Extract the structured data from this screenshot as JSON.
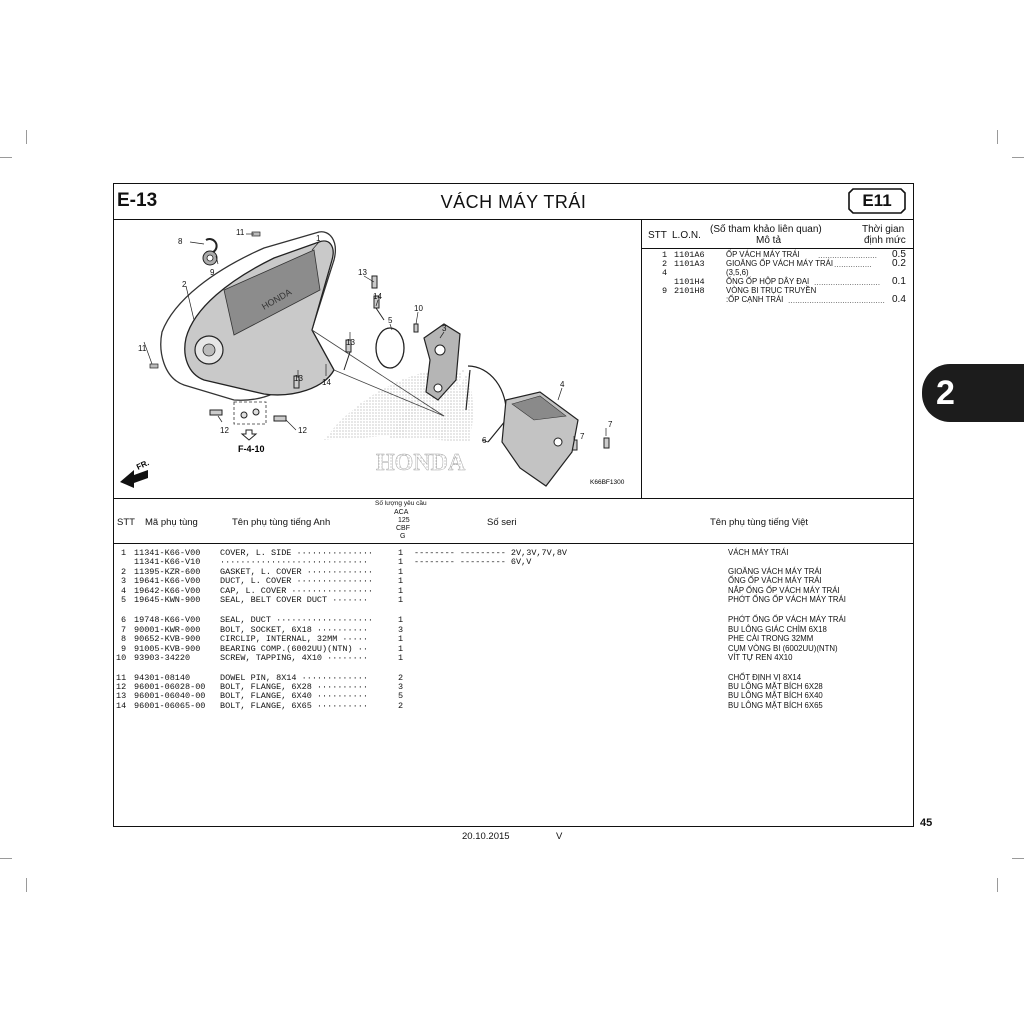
{
  "header": {
    "code": "E-13",
    "title": "VÁCH MÁY TRÁI",
    "section": "E11"
  },
  "side_tab": "2",
  "page_number": "45",
  "footer": {
    "date": "20.10.2015",
    "version": "V"
  },
  "diagram": {
    "callouts": [
      "8",
      "11",
      "1",
      "9",
      "2",
      "13",
      "14",
      "10",
      "5",
      "3",
      "11",
      "13",
      "13",
      "14",
      "12",
      "12",
      "4",
      "7",
      "7",
      "6"
    ],
    "ref_label": "F-4-10",
    "front_label": "FR.",
    "drawing_code": "K66BF1300",
    "watermark": "HONDA"
  },
  "ref_table": {
    "headers": {
      "stt": "STT",
      "lon": "L.O.N.",
      "related": "(Số tham khảo liên quan)",
      "desc": "Mô tả",
      "time1": "Thời gian",
      "time2": "định mức"
    },
    "rows": [
      {
        "stt": "1",
        "lon": "1101A6",
        "desc": "ỐP VÁCH MÁY TRÁI",
        "time": "0.5"
      },
      {
        "stt": "2",
        "lon": "1101A3",
        "desc": "GIOĂNG ỐP VÁCH MÁY TRÁI",
        "time": "0.2"
      },
      {
        "stt": "4",
        "lon": "",
        "desc": "(3,5,6)",
        "time": ""
      },
      {
        "stt": "",
        "lon": "1101H4",
        "desc": "ỐNG ỐP HỘP DÂY ĐAI",
        "time": "0.1"
      },
      {
        "stt": "9",
        "lon": "2101H8",
        "desc": "VÒNG BI TRỤC TRUYỀN",
        "time": ""
      },
      {
        "stt": "",
        "lon": "",
        "desc": ":ỐP CẠNH TRÁI",
        "time": "0.4"
      }
    ]
  },
  "parts_table": {
    "headers": {
      "stt": "STT",
      "part_no": "Mã phụ tùng",
      "name_en": "Tên phụ tùng tiếng Anh",
      "qty_title": "Số lượng yêu cầu",
      "qty_models": [
        "ACA",
        "125",
        "CBF",
        "G"
      ],
      "serial": "Số seri",
      "name_vn": "Tên phụ tùng tiếng Việt"
    },
    "rows": [
      {
        "stt": "1",
        "part_no": "11341-K66-V00",
        "name_en": "COVER, L. SIDE ···············",
        "qty": "1",
        "serial": "-------- --------- 2V,3V,7V,8V",
        "name_vn": "VÁCH MÁY TRÁI"
      },
      {
        "stt": "",
        "part_no": "11341-K66-V10",
        "name_en": "·····························",
        "qty": "1",
        "serial": "-------- --------- 6V,V",
        "name_vn": ""
      },
      {
        "stt": "2",
        "part_no": "11395-KZR-600",
        "name_en": "GASKET, L. COVER ·············",
        "qty": "1",
        "serial": "",
        "name_vn": "GIOĂNG VÁCH MÁY TRÁI"
      },
      {
        "stt": "3",
        "part_no": "19641-K66-V00",
        "name_en": "DUCT, L. COVER ···············",
        "qty": "1",
        "serial": "",
        "name_vn": "ỐNG ỐP VÁCH MÁY TRÁI"
      },
      {
        "stt": "4",
        "part_no": "19642-K66-V00",
        "name_en": "CAP, L. COVER ················",
        "qty": "1",
        "serial": "",
        "name_vn": "NẮP ỐNG ỐP VÁCH MÁY TRÁI"
      },
      {
        "stt": "5",
        "part_no": "19645-KWN-900",
        "name_en": "SEAL, BELT COVER DUCT ·······",
        "qty": "1",
        "serial": "",
        "name_vn": "PHỚT ỐNG ỐP VÁCH MÁY TRÁI"
      },
      {
        "stt": "6",
        "part_no": "19748-K66-V00",
        "name_en": "SEAL, DUCT ···················",
        "qty": "1",
        "serial": "",
        "name_vn": "PHỚT ỐNG ỐP VÁCH MÁY TRÁI"
      },
      {
        "stt": "7",
        "part_no": "90001-KWR-000",
        "name_en": "BOLT, SOCKET, 6X18 ··········",
        "qty": "3",
        "serial": "",
        "name_vn": "BU LÔNG GIÁC CHÌM 6X18"
      },
      {
        "stt": "8",
        "part_no": "90652-KVB-900",
        "name_en": "CIRCLIP, INTERNAL, 32MM ·····",
        "qty": "1",
        "serial": "",
        "name_vn": "PHE CÀI TRONG 32MM"
      },
      {
        "stt": "9",
        "part_no": "91005-KVB-900",
        "name_en": "BEARING COMP.(6002UU)(NTN) ··",
        "qty": "1",
        "serial": "",
        "name_vn": "CỤM VÒNG BI (6002UU)(NTN)"
      },
      {
        "stt": "10",
        "part_no": "93903-34220",
        "name_en": "SCREW, TAPPING, 4X10 ········",
        "qty": "1",
        "serial": "",
        "name_vn": "VÍT TỰ REN 4X10"
      },
      {
        "stt": "11",
        "part_no": "94301-08140",
        "name_en": "DOWEL PIN, 8X14 ·············",
        "qty": "2",
        "serial": "",
        "name_vn": "CHỐT ĐỊNH VỊ 8X14"
      },
      {
        "stt": "12",
        "part_no": "96001-06028-00",
        "name_en": "BOLT, FLANGE, 6X28 ··········",
        "qty": "3",
        "serial": "",
        "name_vn": "BU LÔNG MẶT BÍCH 6X28"
      },
      {
        "stt": "13",
        "part_no": "96001-06040-00",
        "name_en": "BOLT, FLANGE, 6X40 ··········",
        "qty": "5",
        "serial": "",
        "name_vn": "BU LÔNG MẶT BÍCH 6X40"
      },
      {
        "stt": "14",
        "part_no": "96001-06065-00",
        "name_en": "BOLT, FLANGE, 6X65 ··········",
        "qty": "2",
        "serial": "",
        "name_vn": "BU LÔNG MẶT BÍCH 6X65"
      }
    ]
  }
}
